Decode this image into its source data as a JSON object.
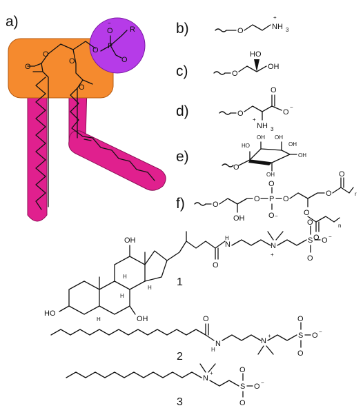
{
  "panels": {
    "a": "a)",
    "b": "b)",
    "c": "c)",
    "d": "d)",
    "e": "e)",
    "f": "f)"
  },
  "compounds": [
    "1",
    "2",
    "3"
  ],
  "atoms": {
    "O": "O",
    "P": "P",
    "R": "R",
    "N": "N",
    "H": "H",
    "S": "S",
    "n": "n",
    "r": "r",
    "OH": "OH",
    "HO": "HO",
    "NH3": "NH",
    "sub3": "3",
    "plus": "+",
    "minus": "−"
  },
  "colors": {
    "head_group": "#F58A2E",
    "phosphate": "#B63BE8",
    "tails": "#E0208E",
    "ink": "#111111"
  }
}
